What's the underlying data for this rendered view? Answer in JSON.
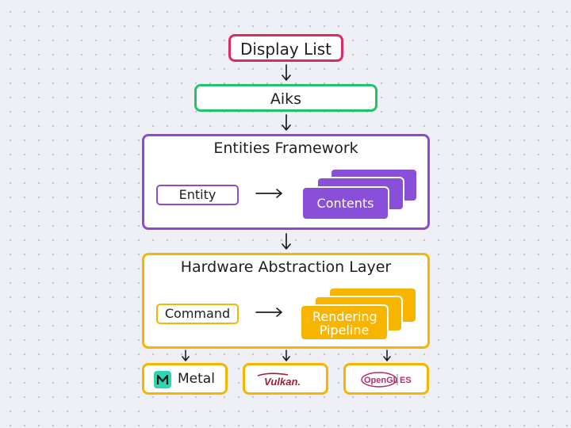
{
  "nodes": {
    "display_list": "Display List",
    "aiks": "Aiks",
    "entities_framework": {
      "title": "Entities Framework",
      "entity": "Entity",
      "contents": "Contents"
    },
    "hardware_abstraction_layer": {
      "title": "Hardware Abstraction Layer",
      "command": "Command",
      "rendering_pipeline": "Rendering Pipeline"
    }
  },
  "backends": {
    "metal": {
      "label": "Metal",
      "icon": "metal-icon"
    },
    "vulkan": {
      "label": "Vulkan.",
      "icon": "vulkan-logo"
    },
    "opengl": {
      "label_main": "OpenGL",
      "label_suffix": "ES",
      "icon": "opengl-es-logo"
    }
  },
  "colors": {
    "display_list": "#df2a5f",
    "aiks": "#22c46a",
    "entities": "#8e4ad3",
    "hal": "#f7b500",
    "metal": "#2fd4b0",
    "vulkan": "#a41e35"
  }
}
